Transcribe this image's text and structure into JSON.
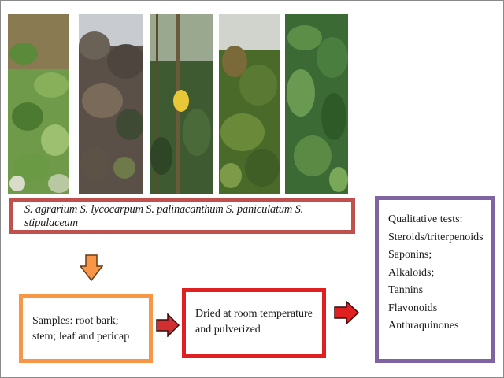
{
  "species_label": "S. agrarium S. lycocarpum S. palinacanthum S. paniculatum S. stipulaceum",
  "samples_label": "Samples: root bark; stem; leaf and pericap",
  "dried_label": "Dried at room temperature and pulverized",
  "qualitative_tests": {
    "heading": "Qualitative tests:",
    "items": [
      "Steroids/triterpenoids",
      "Saponins;",
      "Alkaloids;",
      "Tannins",
      "Flavonoids",
      "Anthraquinones"
    ]
  },
  "colors": {
    "species_border": "#c0504d",
    "samples_border": "#f79646",
    "dried_border": "#e02020",
    "tests_border": "#8064a2",
    "down_arrow": "#f79646",
    "right_arrow": "#e02020"
  },
  "icons": [
    "plant-photo",
    "down-arrow-icon",
    "right-arrow-icon"
  ]
}
